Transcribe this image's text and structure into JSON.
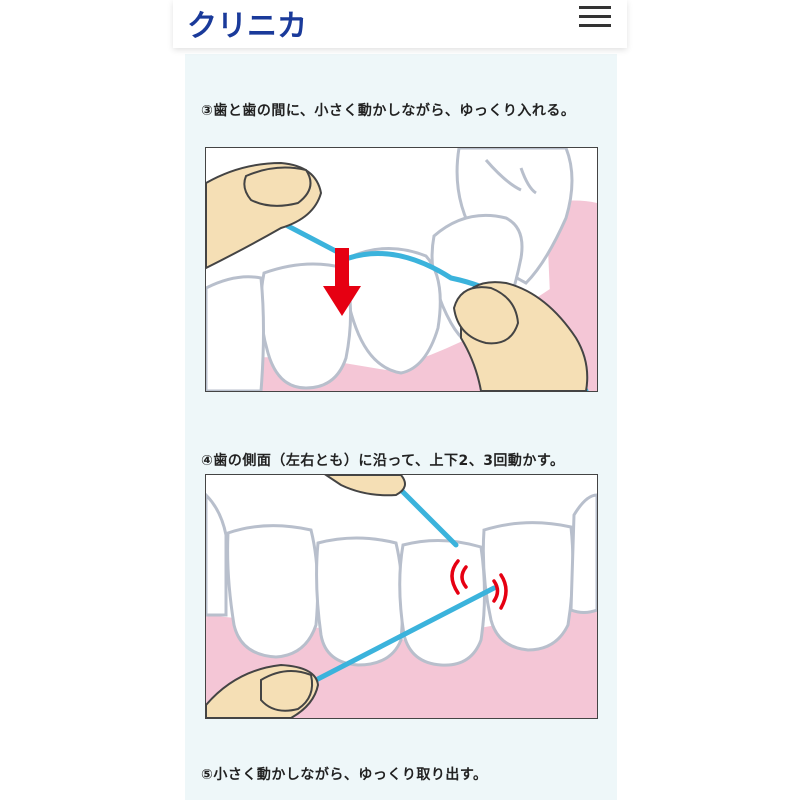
{
  "header": {
    "logo_text": "クリニカ",
    "menu_icon": "hamburger-icon"
  },
  "steps": [
    {
      "text": "③歯と歯の間に、小さく動かしながら、ゆっくり入れる。"
    },
    {
      "text": "④歯の側面（左右とも）に沿って、上下2、3回動かす。"
    },
    {
      "text": "⑤小さく動かしながら、ゆっくり取り出す。"
    }
  ],
  "colors": {
    "brand": "#1a3a9a",
    "floss": "#3bb3dc",
    "gum": "#f4c6d6",
    "tooth_outline": "#b8bfcc",
    "skin": "#f5dfb5",
    "arrow": "#e60012",
    "background": "#eef7f9"
  },
  "icons": [
    "hamburger-icon",
    "down-arrow-icon",
    "vibration-icon"
  ]
}
